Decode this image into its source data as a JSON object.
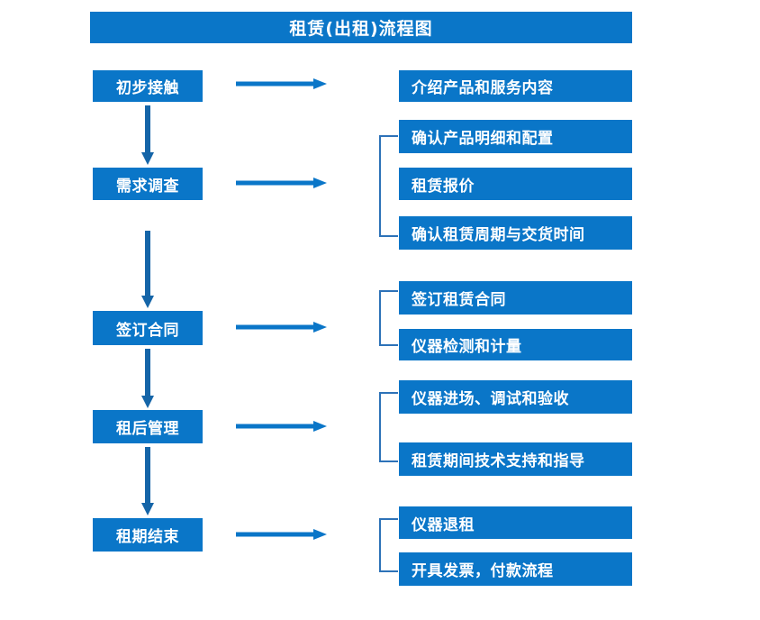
{
  "diagram": {
    "title": "租赁(出租)流程图",
    "accent_color": "#0a76c8",
    "text_color": "#ffffff",
    "background_color": "#ffffff",
    "stages": [
      {
        "id": "stage-1",
        "label": "初步接触"
      },
      {
        "id": "stage-2",
        "label": "需求调查"
      },
      {
        "id": "stage-3",
        "label": "签订合同"
      },
      {
        "id": "stage-4",
        "label": "租后管理"
      },
      {
        "id": "stage-5",
        "label": "租期结束"
      }
    ],
    "details": [
      {
        "id": "detail-1",
        "label": "介绍产品和服务内容",
        "group": 1
      },
      {
        "id": "detail-2",
        "label": "确认产品明细和配置",
        "group": 2
      },
      {
        "id": "detail-3",
        "label": "租赁报价",
        "group": 2
      },
      {
        "id": "detail-4",
        "label": "确认租赁周期与交货时间",
        "group": 2
      },
      {
        "id": "detail-5",
        "label": "签订租赁合同",
        "group": 3
      },
      {
        "id": "detail-6",
        "label": "仪器检测和计量",
        "group": 3
      },
      {
        "id": "detail-7",
        "label": "仪器进场、调试和验收",
        "group": 4
      },
      {
        "id": "detail-8",
        "label": "租赁期间技术支持和指导",
        "group": 4
      },
      {
        "id": "detail-9",
        "label": "仪器退租",
        "group": 5
      },
      {
        "id": "detail-10",
        "label": "开具发票，付款流程",
        "group": 5
      }
    ],
    "connectors": {
      "horizontal_arrow_count": 5,
      "vertical_arrow_count": 4,
      "bracket_count": 4
    }
  },
  "chart_data": {
    "type": "diagram",
    "title": "租赁(出租)流程图",
    "flow": [
      {
        "stage": "初步接触",
        "outputs": [
          "介绍产品和服务内容"
        ]
      },
      {
        "stage": "需求调查",
        "outputs": [
          "确认产品明细和配置",
          "租赁报价",
          "确认租赁周期与交货时间"
        ]
      },
      {
        "stage": "签订合同",
        "outputs": [
          "签订租赁合同",
          "仪器检测和计量"
        ]
      },
      {
        "stage": "租后管理",
        "outputs": [
          "仪器进场、调试和验收",
          "租赁期间技术支持和指导"
        ]
      },
      {
        "stage": "租期结束",
        "outputs": [
          "仪器退租",
          "开具发票，付款流程"
        ]
      }
    ]
  }
}
